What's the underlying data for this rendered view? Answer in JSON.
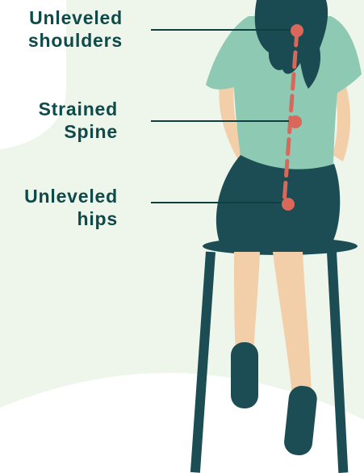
{
  "labels": {
    "shoulders": {
      "line1": "Unleveled",
      "line2": "shoulders"
    },
    "spine": {
      "line1": "Strained",
      "line2": "Spine"
    },
    "hips": {
      "line1": "Unleveled",
      "line2": "hips"
    }
  },
  "colors": {
    "background_tint": "#eef5ea",
    "label_text": "#0f4a4a",
    "leader_line": "#0f3f3f",
    "shirt": "#8ec9b3",
    "skirt_and_stool": "#1c4d55",
    "hair": "#1a4a52",
    "skin": "#f3cfa9",
    "spine_marker": "#d9675a"
  }
}
